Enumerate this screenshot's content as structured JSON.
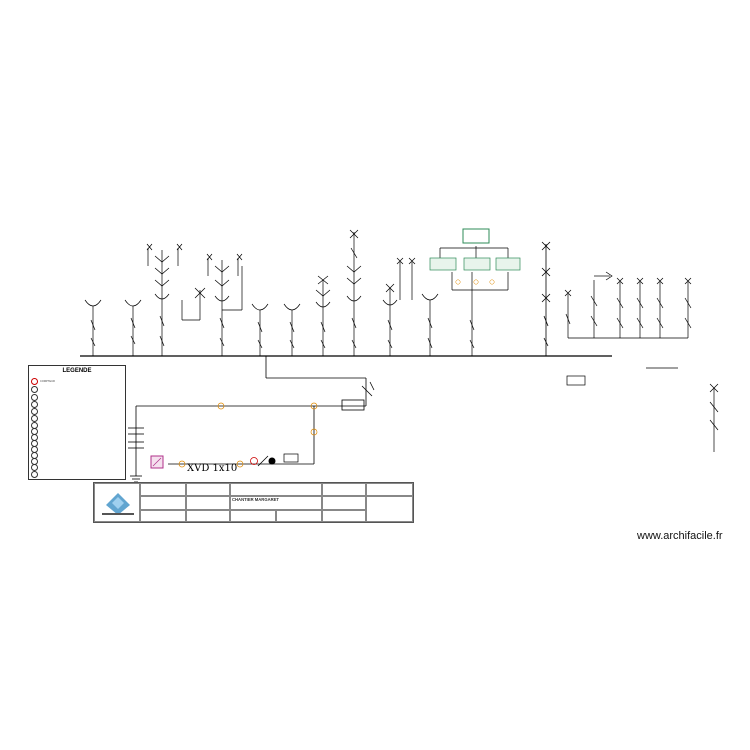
{
  "legend": {
    "title": "LEGENDE",
    "items": [
      "COMPTEUR",
      "",
      "",
      "",
      "",
      "",
      "",
      "",
      "",
      "",
      "",
      "",
      "",
      "",
      ""
    ]
  },
  "circuit_labels": {
    "cable_main": "XVD 1x10"
  },
  "title_block": {
    "title": "CHANTIER MARGARET",
    "header_1": "",
    "header_2": "",
    "cells": [
      "",
      "",
      "",
      "",
      "",
      "",
      "",
      "",
      "",
      "",
      "",
      "",
      ""
    ]
  },
  "watermark": "www.archifacile.fr",
  "colors": {
    "line": "#000000",
    "accent_green": "#2e8b57",
    "accent_orange": "#e08a00",
    "accent_red": "#cc0000",
    "accent_magenta": "#b0308a"
  }
}
